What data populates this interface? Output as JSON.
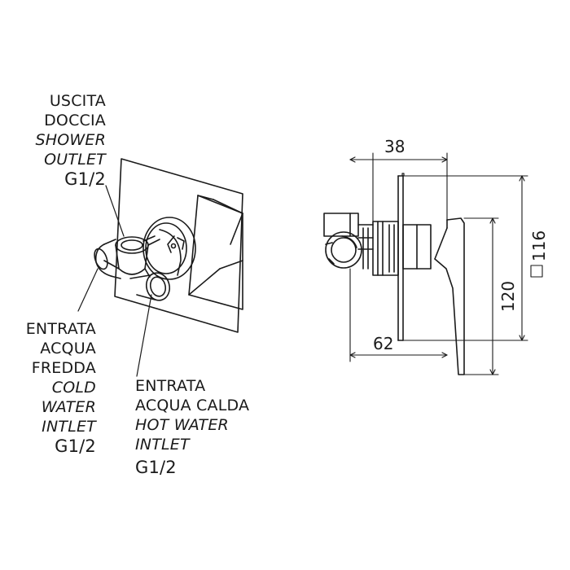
{
  "labels": {
    "shower_outlet": {
      "line1": "USCITA",
      "line2": "DOCCIA",
      "line3": "SHOWER",
      "line4": "OUTLET",
      "code": "G1/2"
    },
    "cold_inlet": {
      "line1": "ENTRATA",
      "line2": "ACQUA",
      "line3": "FREDDA",
      "line4": "COLD",
      "line5": "WATER",
      "line6": "INTLET",
      "code": "G1/2"
    },
    "hot_inlet": {
      "line1": "ENTRATA",
      "line2": "ACQUA CALDA",
      "line3": "HOT WATER",
      "line4": "INTLET",
      "code": "G1/2"
    }
  },
  "dimensions": {
    "depth_body": "38",
    "depth_total": "62",
    "plate_height": "120",
    "plate_size": "116"
  },
  "colors": {
    "line": "#1a1a1a",
    "background": "#ffffff"
  }
}
